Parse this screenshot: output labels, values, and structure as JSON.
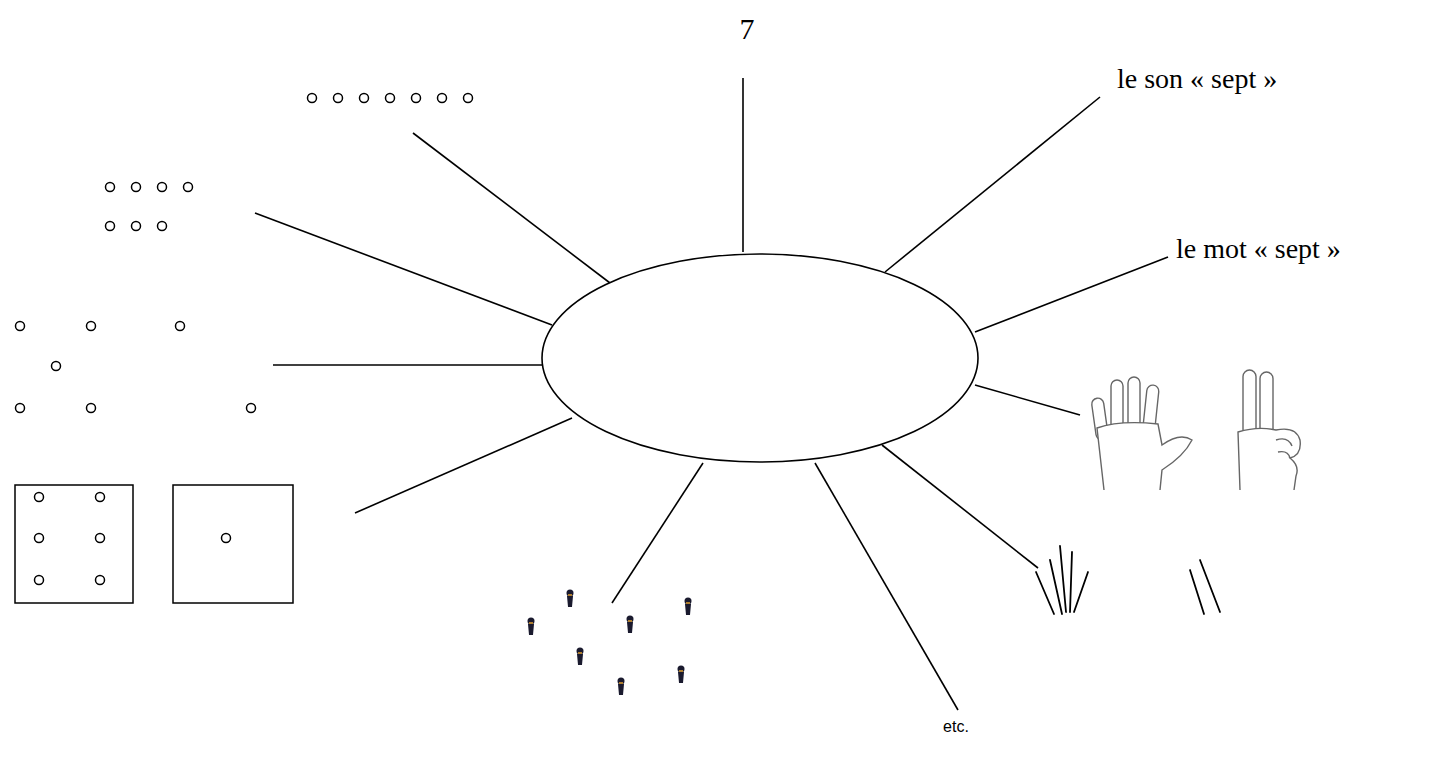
{
  "diagram": {
    "labels": [
      "7",
      "le son « sept »",
      "le mot « sept »",
      "etc."
    ]
  }
}
